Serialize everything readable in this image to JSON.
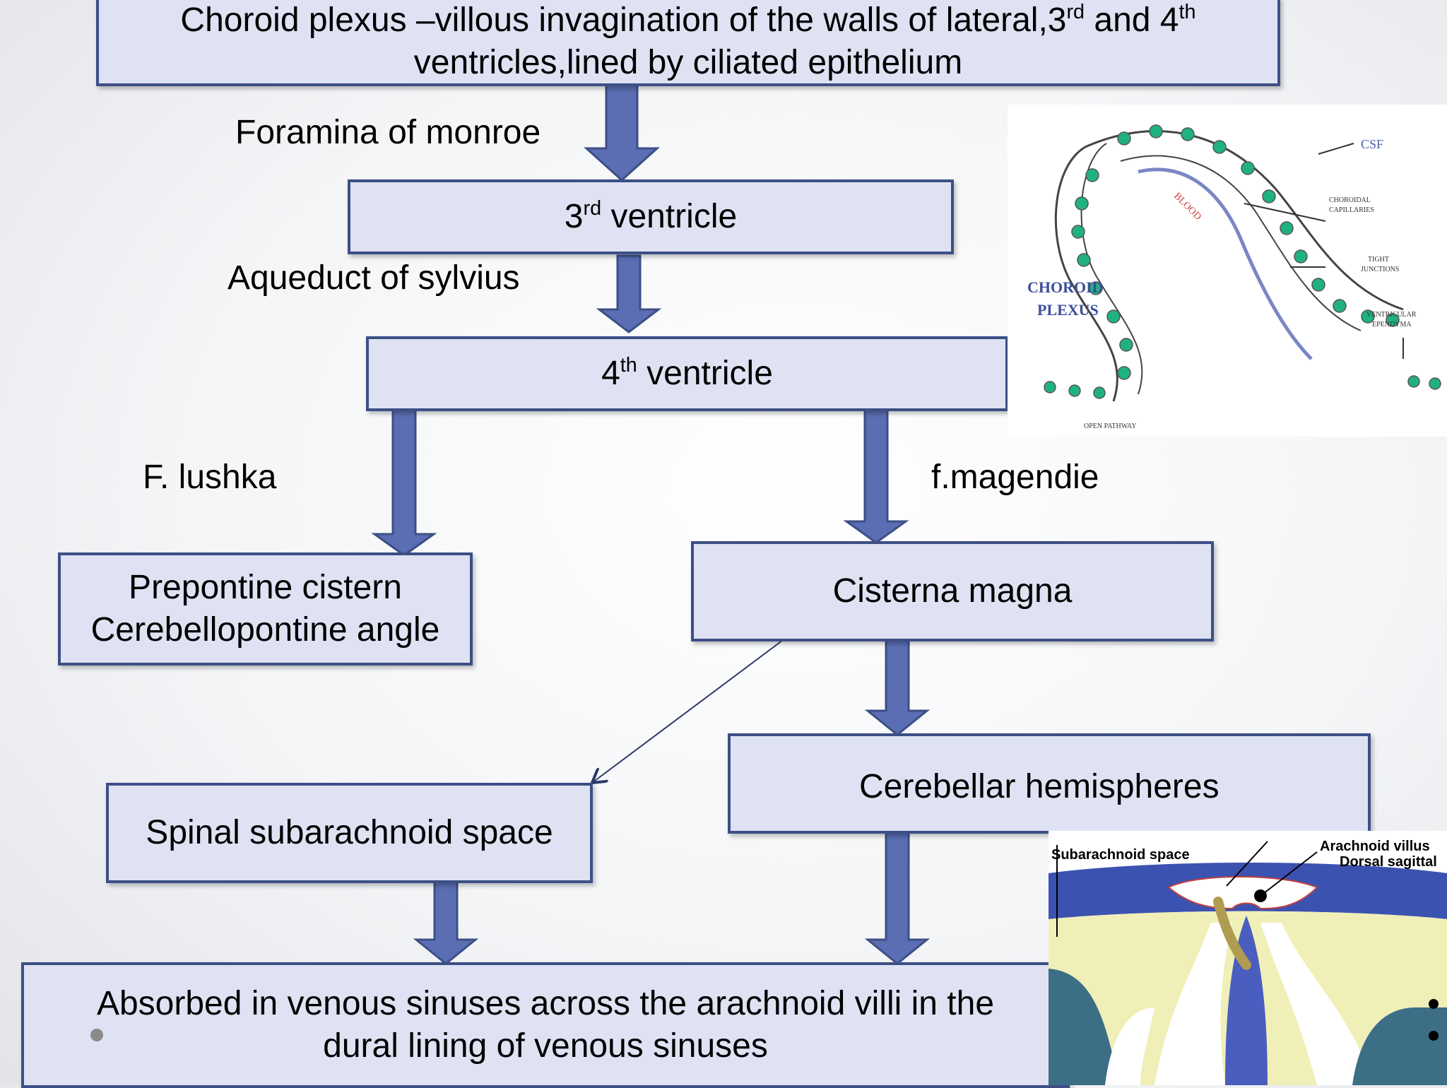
{
  "boxes": {
    "choroid": {
      "line1": "Choroid plexus –villous invagination of the walls of lateral,3",
      "sup1": "rd",
      "mid": " and 4",
      "sup2": "th",
      "line2": "ventricles,lined by ciliated epithelium"
    },
    "third": {
      "pre": "3",
      "sup": "rd",
      "post": " ventricle"
    },
    "fourth": {
      "pre": "4",
      "sup": "th",
      "post": " ventricle"
    },
    "prepontine": {
      "line1": "Prepontine cistern",
      "line2": "Cerebellopontine angle"
    },
    "cisterna": "Cisterna magna",
    "cerebellar": "Cerebellar hemispheres",
    "spinal": "Spinal subarachnoid space",
    "absorbed": {
      "line1": "Absorbed in venous sinuses across the arachnoid villi in the",
      "line2": "dural lining of venous sinuses"
    }
  },
  "labels": {
    "monroe": "Foramina of monroe",
    "sylvius": "Aqueduct of sylvius",
    "lushka": "F. lushka",
    "magendie": "f.magendie"
  },
  "choroid_figure": {
    "csf": "CSF",
    "blood": "BLOOD",
    "capillaries1": "CHOROIDAL",
    "capillaries2": "CAPILLARIES",
    "tight1": "TIGHT",
    "tight2": "JUNCTIONS",
    "ependyma1": "VENTRICULAR",
    "ependyma2": "EPENDYMA",
    "title1": "CHOROID",
    "title2": "PLEXUS",
    "open": "OPEN PATHWAY"
  },
  "villus_figure": {
    "subarachnoid": "Subarachnoid space",
    "villus": "Arachnoid villus",
    "dorsal": "Dorsal sagittal"
  },
  "colors": {
    "box_fill": "#dfe2f2",
    "box_border": "#3c4f86",
    "arrow": "#5b6db3",
    "arrow_edge": "#3c4f86"
  }
}
